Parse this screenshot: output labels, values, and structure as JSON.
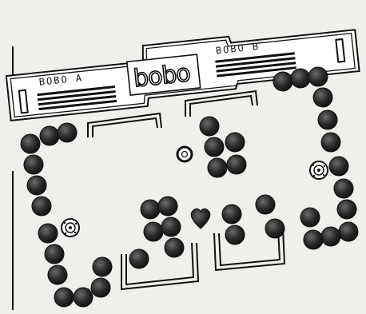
{
  "scoreboard": {
    "player_a_label": "BOBO A",
    "player_b_label": "BOBO B",
    "logo_text": "bobo"
  },
  "colors": {
    "background": "#efefec",
    "ink": "#111111",
    "ball_fill": "#2b2b2b"
  },
  "icons": {
    "bumper": "spotted-bumper-icon",
    "heart": "heart-icon",
    "ring": "ring-icon",
    "goal": "u-goal-icon"
  }
}
